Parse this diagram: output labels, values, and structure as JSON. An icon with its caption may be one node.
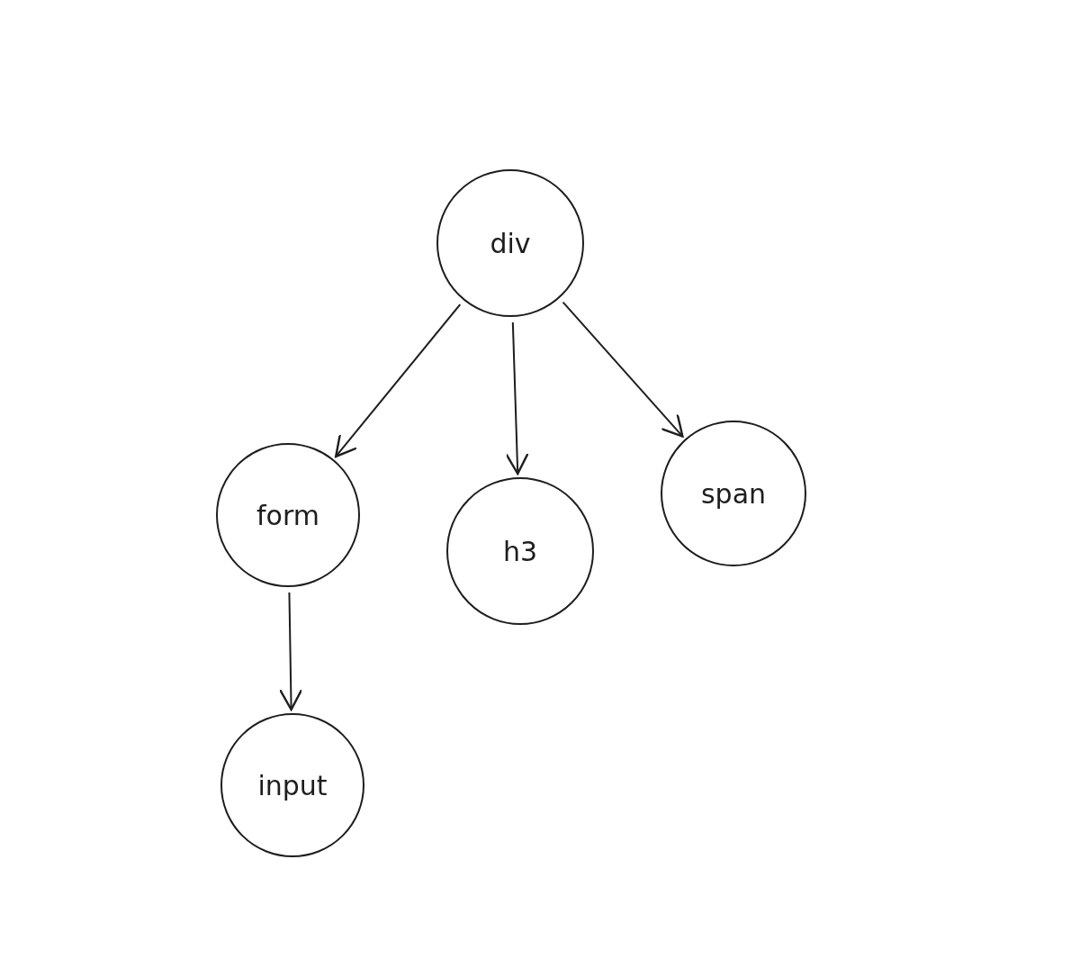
{
  "diagram": {
    "nodes": [
      {
        "text": [
          "div"
        ]
      },
      {
        "text": [
          "form"
        ]
      },
      {
        "text": [
          "h3"
        ]
      },
      {
        "text": [
          "span"
        ]
      },
      {
        "text": [
          "input"
        ]
      }
    ],
    "edges": [
      {
        "from": 0,
        "to": 1,
        "arrow": "to"
      },
      {
        "from": 0,
        "to": 2,
        "arrow": "to"
      },
      {
        "from": 0,
        "to": 3,
        "arrow": "to"
      },
      {
        "from": 1,
        "to": 4,
        "arrow": "to"
      }
    ]
  }
}
